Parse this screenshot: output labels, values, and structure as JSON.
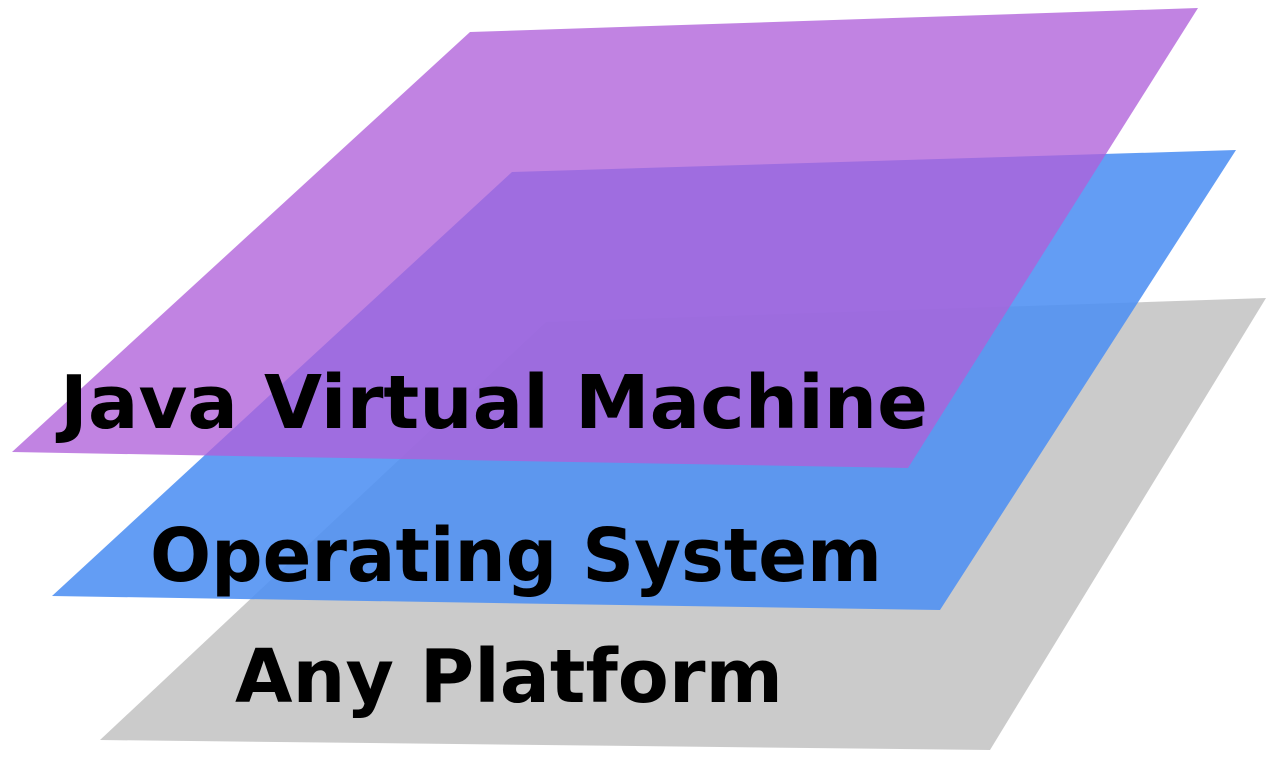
{
  "diagram": {
    "layers": [
      {
        "id": "any-platform",
        "label": "Any Platform",
        "color": "#c8c8c8",
        "opacity": 0.95
      },
      {
        "id": "operating-system",
        "label": "Operating System",
        "color": "#4d8ff2",
        "opacity": 0.88
      },
      {
        "id": "java-virtual-machine",
        "label": "Java Virtual Machine",
        "color": "#b060da",
        "opacity": 0.78
      }
    ]
  }
}
